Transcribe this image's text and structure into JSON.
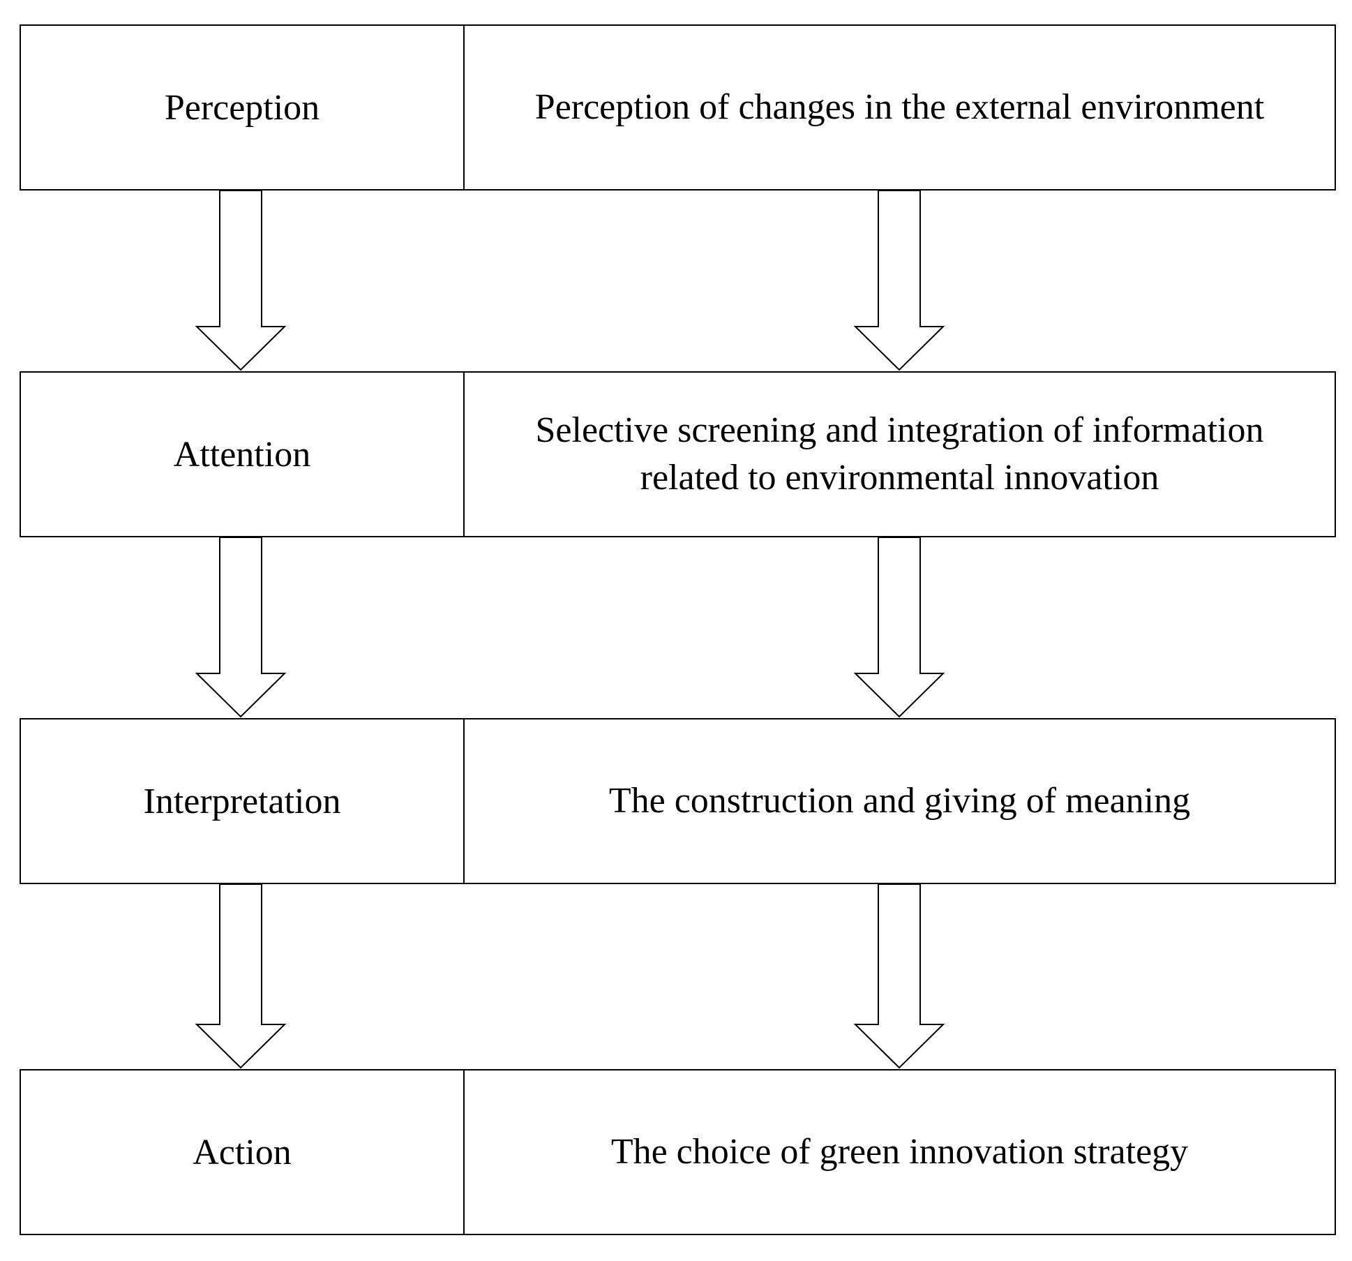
{
  "stages": [
    {
      "name": "Perception",
      "description": "Perception of changes in the external environment"
    },
    {
      "name": "Attention",
      "description": "Selective screening and integration of information related to environmental innovation"
    },
    {
      "name": "Interpretation",
      "description": "The construction and giving of meaning"
    },
    {
      "name": "Action",
      "description": "The choice of green innovation strategy"
    }
  ]
}
